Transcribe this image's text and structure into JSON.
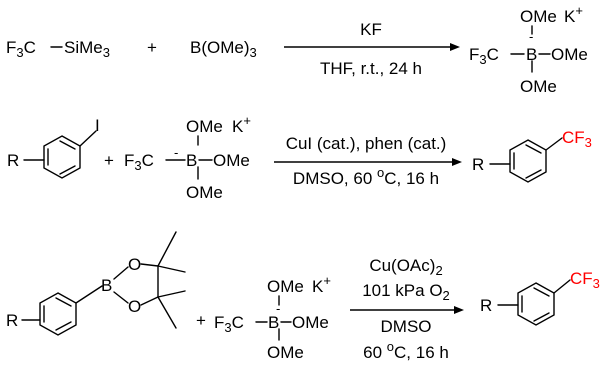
{
  "colors": {
    "ink": "#000000",
    "cf3": "#ff0000"
  },
  "r1": {
    "reagent1": "F3C—SiMe3",
    "plus": "+",
    "reagent2": "B(OMe)3",
    "above": "KF",
    "below": "THF, r.t., 24 h",
    "prod_cf3": "F3C",
    "prod_b": "B",
    "prod_minus": "-",
    "prod_ome_top": "OMe",
    "prod_ome_right": "OMe",
    "prod_ome_bot": "OMe",
    "prod_k": "K+"
  },
  "r2": {
    "r_label": "R",
    "iodo": "I",
    "plus": "+",
    "salt_cf3": "F3C",
    "salt_b": "B",
    "salt_minus": "-",
    "salt_ome_top": "OMe",
    "salt_ome_right": "OMe",
    "salt_ome_bot": "OMe",
    "salt_k": "K+",
    "above": "CuI (cat.), phen (cat.)",
    "below": "DMSO, 60 °C, 16 h",
    "prod_r": "R",
    "prod_cf3": "CF3"
  },
  "r3": {
    "r_label": "R",
    "boron": "B",
    "o_top": "O",
    "o_bot": "O",
    "plus": "+",
    "salt_cf3": "F3C",
    "salt_b": "B",
    "salt_minus": "-",
    "salt_ome_top": "OMe",
    "salt_ome_right": "OMe",
    "salt_ome_bot": "OMe",
    "salt_k": "K+",
    "above1": "Cu(OAc)2",
    "above2": "101 kPa O2",
    "below1": "DMSO",
    "below2": "60 °C, 16 h",
    "prod_r": "R",
    "prod_cf3": "CF3"
  }
}
